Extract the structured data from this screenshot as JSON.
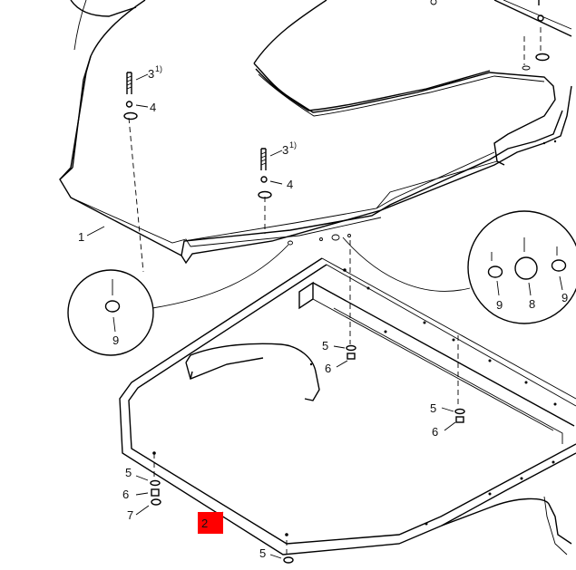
{
  "callouts": {
    "cover": "1",
    "tray": "2",
    "bolt": "3",
    "bolt_footnote": "1)",
    "washer": "4",
    "spacer": "5",
    "nut": "6",
    "washer_small": "7",
    "plug_large": "8",
    "plug_small": "9"
  },
  "colors": {
    "highlight": "#ff0000",
    "line": "#000000",
    "background": "#ffffff"
  }
}
